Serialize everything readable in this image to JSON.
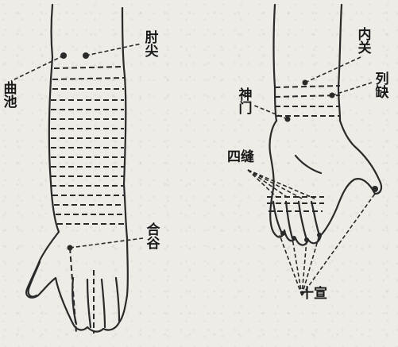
{
  "labels": {
    "zhou_jian": "肘尖",
    "qu_chi": "曲池",
    "he_gu": "合谷",
    "nei_guan": "内关",
    "lie_que": "列缺",
    "shen_men": "神门",
    "si_feng": "四缝",
    "shi_xuan": "十宣"
  },
  "colors": {
    "paper": "#eeece6",
    "ink": "#2a2a2a"
  }
}
